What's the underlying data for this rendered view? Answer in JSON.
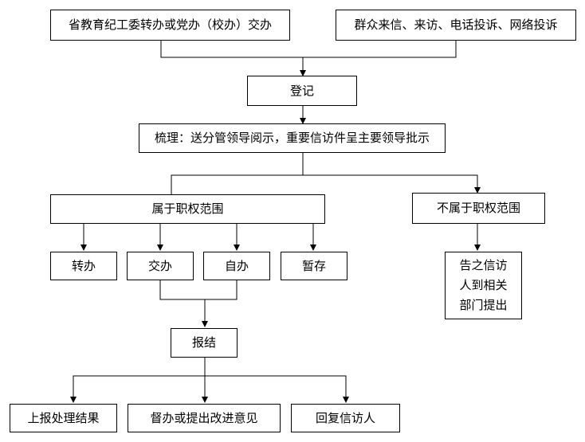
{
  "nodes": {
    "source_left": "省教育纪工委转办或党办（校办）交办",
    "source_right": "群众来信、来访、电话投诉、网络投诉",
    "register": "登记",
    "sort": "梳理：送分管领导阅示，重要信访件呈主要领导批示",
    "in_scope": "属于职权范围",
    "out_scope": "不属于职权范围",
    "transfer": "转办",
    "assign": "交办",
    "self_handle": "自办",
    "suspend": "暂存",
    "notify": [
      "告之信访",
      "人到相关",
      "部门提出"
    ],
    "report": "报结",
    "report_up": "上报处理结果",
    "supervise": "督办或提出改进意见",
    "reply": "回复信访人"
  }
}
